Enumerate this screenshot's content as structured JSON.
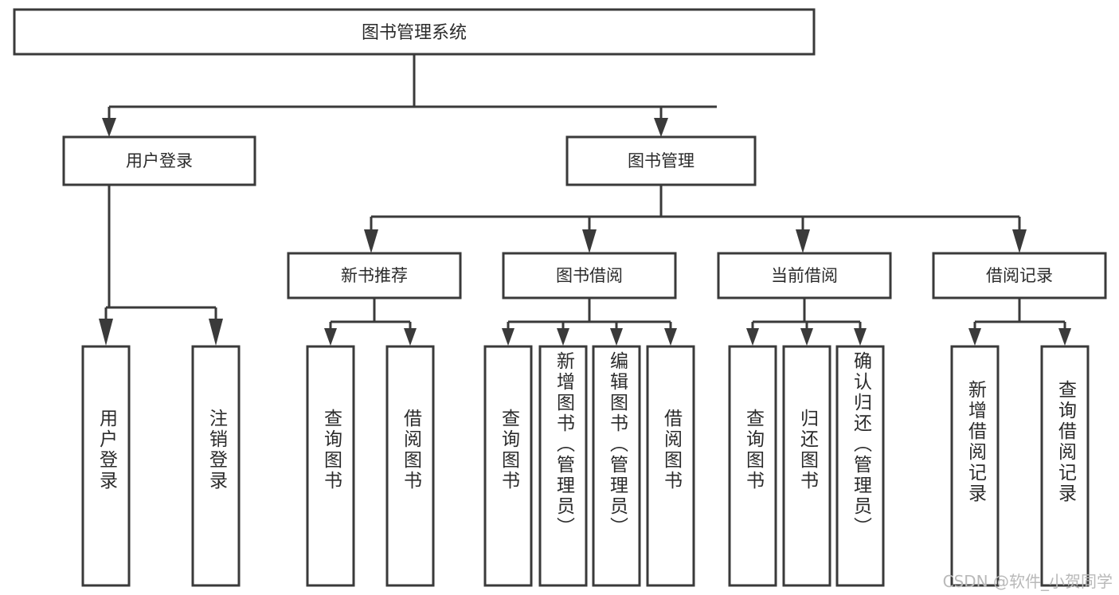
{
  "diagram": {
    "type": "tree-hierarchy",
    "orientation": "top-down",
    "root": {
      "label": "图书管理系统"
    },
    "level2": [
      {
        "label": "用户登录"
      },
      {
        "label": "图书管理"
      }
    ],
    "level3": [
      {
        "label": "新书推荐"
      },
      {
        "label": "图书借阅"
      },
      {
        "label": "当前借阅"
      },
      {
        "label": "借阅记录"
      }
    ],
    "leaves": {
      "user_login": [
        {
          "label": "用户登录"
        },
        {
          "label": "注销登录"
        }
      ],
      "new_book_recommend": [
        {
          "label": "查询图书"
        },
        {
          "label": "借阅图书"
        }
      ],
      "book_borrow": [
        {
          "label": "查询图书"
        },
        {
          "label": "新增图书（管理员）"
        },
        {
          "label": "编辑图书（管理员）"
        },
        {
          "label": "借阅图书"
        }
      ],
      "current_borrow": [
        {
          "label": "查询图书"
        },
        {
          "label": "归还图书"
        },
        {
          "label": "确认归还（管理员）"
        }
      ],
      "borrow_record": [
        {
          "label": "新增借阅记录"
        },
        {
          "label": "查询借阅记录"
        }
      ]
    }
  },
  "watermark": {
    "text": "CSDN @软件_小贺同学"
  },
  "colors": {
    "stroke": "#3a3a3a",
    "fill": "#ffffff",
    "text": "#2b2b2b",
    "watermark": "#b9b9b9"
  }
}
